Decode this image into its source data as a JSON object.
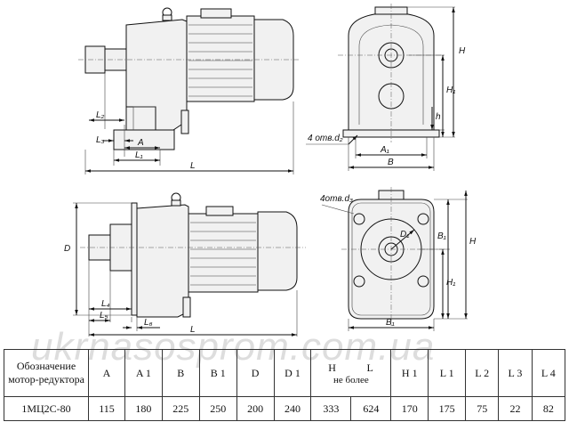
{
  "labels": {
    "top_front": {
      "L2": "L₂",
      "L3": "L₃",
      "A": "A",
      "L1": "L₁",
      "L": "L"
    },
    "top_side": {
      "d2": "4 отв.d₂",
      "A1": "A₁",
      "B": "B",
      "H": "H",
      "H1": "H₁",
      "h": "h"
    },
    "bottom_front": {
      "D": "D",
      "L4": "L₄",
      "L5": "L₅",
      "L6": "L₆",
      "L": "L"
    },
    "bottom_side": {
      "d3": "4отв.d₃",
      "D1": "D₁",
      "B1": "B₁",
      "H": "H",
      "H1": "H₁",
      "B1_bottom": "B₁"
    }
  },
  "watermark": "ukrnasosprom.com.ua",
  "table": {
    "designation_header": "Обозначение мотор-редуктора",
    "columns": [
      "A",
      "A 1",
      "B",
      "B 1",
      "D",
      "D 1",
      "H",
      "L",
      "H 1",
      "L 1",
      "L 2",
      "L 3",
      "L 4"
    ],
    "not_more": "не более",
    "row": {
      "model": "1МЦ2С-80",
      "values": [
        "115",
        "180",
        "225",
        "250",
        "200",
        "240",
        "333",
        "624",
        "170",
        "175",
        "75",
        "22",
        "82"
      ]
    }
  }
}
